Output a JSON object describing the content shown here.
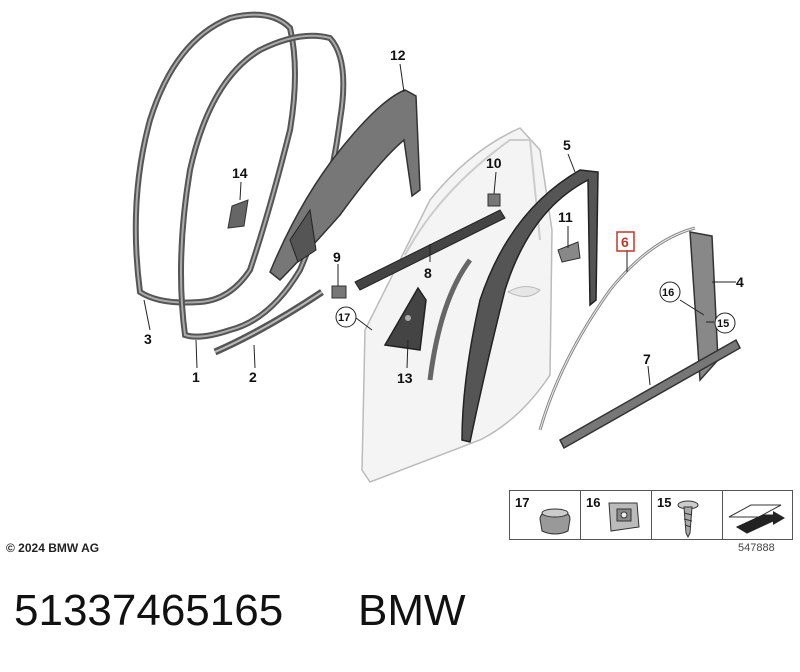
{
  "callouts": [
    "1",
    "2",
    "3",
    "4",
    "5",
    "6",
    "7",
    "8",
    "9",
    "10",
    "11",
    "12",
    "13",
    "14",
    "15",
    "16",
    "17"
  ],
  "copyright": "© 2024 BMW AG",
  "drawing_number": "547888",
  "part_number": "51337465165",
  "brand": "BMW",
  "legend": [
    "17",
    "16",
    "15"
  ],
  "highlight_color": "#c0392b"
}
